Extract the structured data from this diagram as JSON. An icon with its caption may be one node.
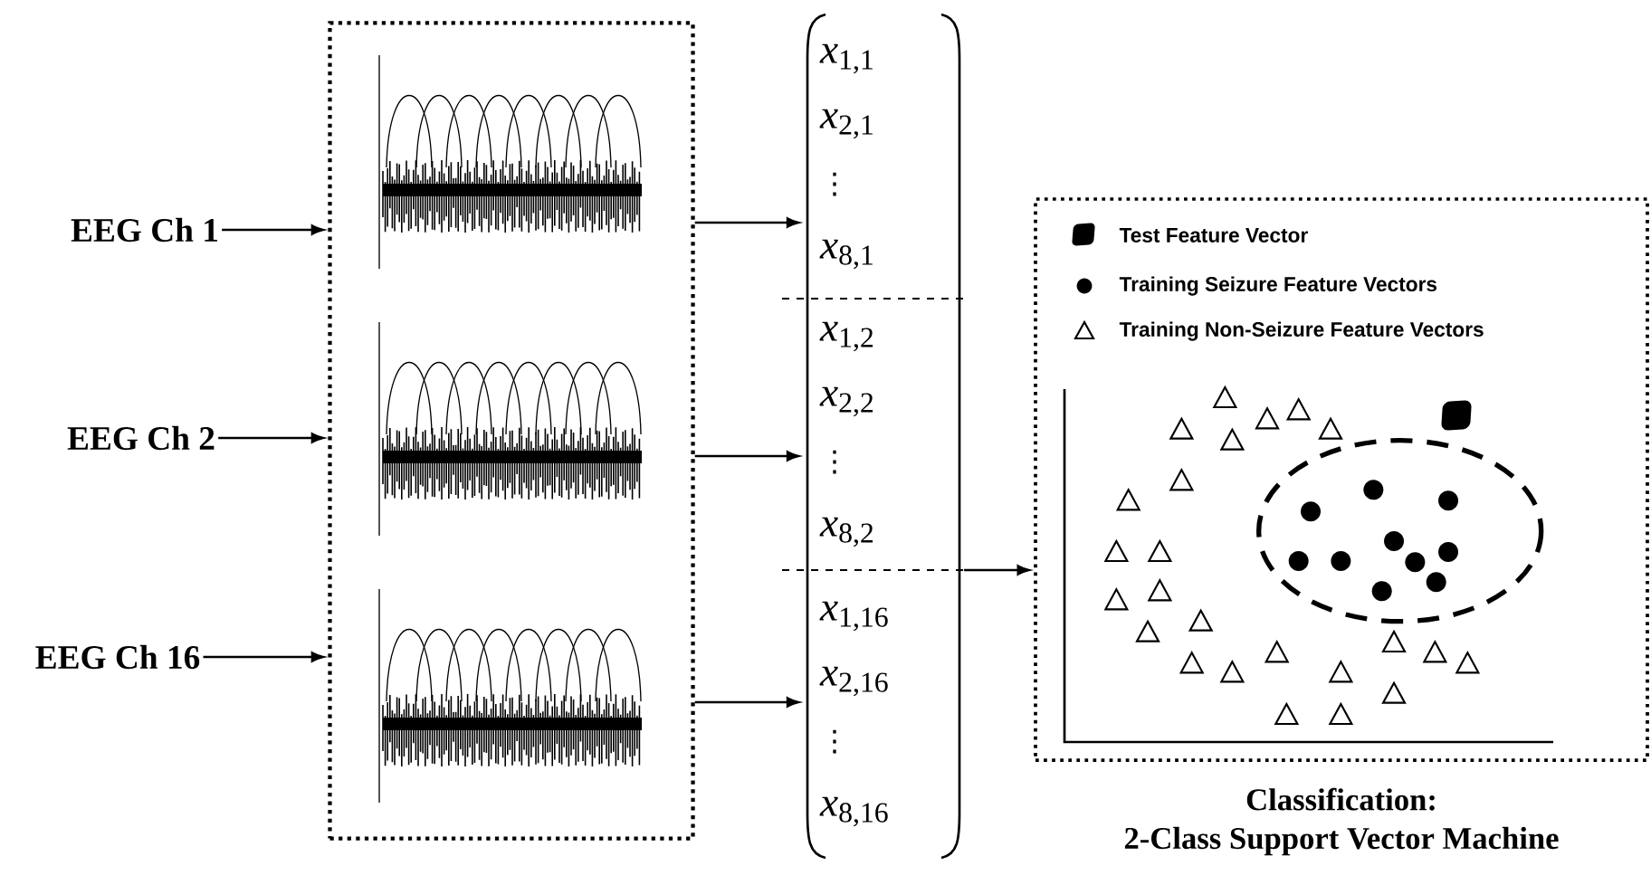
{
  "diagram": {
    "nodes": [
      {
        "text": [
          "EEG Ch 1"
        ]
      },
      {
        "text": [
          "EEG Ch 2"
        ]
      },
      {
        "text": [
          "EEG Ch 16"
        ]
      },
      {
        "text": [],
        "shape": "box"
      },
      {
        "text": [],
        "shape": "picture",
        "in": 3
      },
      {
        "text": [],
        "shape": "picture",
        "in": 3
      },
      {
        "text": [],
        "shape": "picture",
        "in": 3
      },
      {
        "text": [],
        "shape": "bracket"
      },
      {
        "text": [
          "*x*$_{1,1}$",
          "*x*$_{2,1}$",
          "⋮",
          "*x*$_{8,1}$"
        ],
        "in": 7
      },
      {
        "text": [
          "*x*$_{1,2}$",
          "*x*$_{2,2}$",
          "⋮",
          "*x*$_{8,2}$"
        ],
        "in": 7
      },
      {
        "text": [
          "*x*$_{1,16}$",
          "*x*$_{2,16}$",
          "⋮",
          "*x*$_{8,16}$"
        ],
        "in": 7
      },
      {
        "text": [
          "Classification:",
          "2-Class Support Vector Machine"
        ]
      }
    ],
    "edges": [
      {
        "from": 0,
        "to": 3,
        "arrow": "to"
      },
      {
        "from": 1,
        "to": 3,
        "arrow": "to"
      },
      {
        "from": 2,
        "to": 3,
        "arrow": "to"
      },
      {
        "from": 3,
        "to": 8,
        "arrow": "to"
      },
      {
        "from": 3,
        "to": 9,
        "arrow": "to"
      },
      {
        "from": 3,
        "to": 10,
        "arrow": "to"
      },
      {
        "from": 7,
        "to": 11,
        "arrow": "to"
      }
    ],
    "legend": [
      {
        "text": "Test Feature Vector"
      },
      {
        "text": "Training Seizure Feature Vectors"
      },
      {
        "text": "Training Non-Seizure Feature Vectors"
      }
    ]
  }
}
